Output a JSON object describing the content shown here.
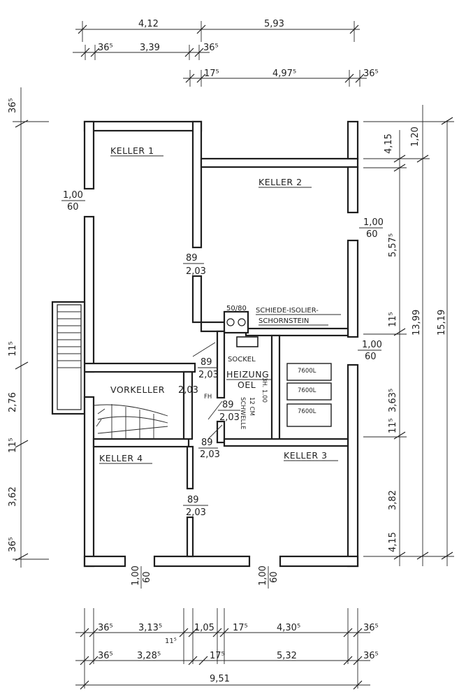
{
  "plan": {
    "rooms": {
      "keller1": "KELLER 1",
      "keller2": "KELLER 2",
      "keller3": "KELLER 3",
      "keller4": "KELLER 4",
      "vorkeller": "VORKELLER",
      "heizung": "HEIZUNG",
      "oel": "OEL",
      "sockel": "SOCKEL",
      "schwelle1": "SCHWELLE",
      "schwelle2": "12 CM",
      "schwelle3": "3H. 1.00",
      "chimney1": "SCHIEDE-ISOLIER-",
      "chimney2": "SCHORNSTEIN",
      "chimney_size": "50/80",
      "tank1": "7600L",
      "tank2": "7600L",
      "tank3": "7600L",
      "fh": "FH"
    },
    "openings": {
      "win_left_top": "1,00",
      "win_left_bot": "60",
      "door_k1_top": "89",
      "door_k1_bot": "2,03",
      "win_k2_top": "1,00",
      "win_k2_bot": "60",
      "win_oel_top": "1,00",
      "win_oel_bot": "60",
      "door_vk1_top": "89",
      "door_vk1_bot": "2,03",
      "door_vk2_bot": "2,03",
      "door_oel_top": "89",
      "door_oel_bot": "2,03",
      "door_k3_top": "89",
      "door_k3_bot": "2,03",
      "door_k4_top": "89",
      "door_k4_bot": "2,03",
      "win_bottom_left_top": "1,00",
      "win_bottom_left_bot": "60",
      "win_bottom_right_top": "1,00",
      "win_bottom_right_bot": "60"
    },
    "dims_top": {
      "r1a": "4,12",
      "r1b": "5,93",
      "r2a": "36⁵",
      "r2b": "3,39",
      "r2c": "36⁵",
      "r3a": "17⁵",
      "r3b": "4,97⁵",
      "r3c": "36⁵"
    },
    "dims_bottom": {
      "r1a": "36⁵",
      "r1b": "3,13⁵",
      "r1c": "1,05",
      "r1d": "17⁵",
      "r1e": "4,30⁵",
      "r1f": "36⁵",
      "r1g": "11⁵",
      "r2a": "36⁵",
      "r2b": "3,28⁵",
      "r2c": "17⁵",
      "r2d": "5,32",
      "r2e": "36⁵",
      "total": "9,51"
    },
    "dims_left": {
      "a": "36⁵",
      "b": "11⁵",
      "c": "2,76",
      "d": "11⁵",
      "e": "3,62",
      "f": "36⁵"
    },
    "dims_right": {
      "a": "4,15",
      "b": "1,20",
      "c": "5,57⁵",
      "d": "11⁵",
      "e": "3,63⁵",
      "f": "11⁵",
      "g": "3,82",
      "h": "4,15",
      "i": "13,99",
      "j": "15,19"
    }
  }
}
